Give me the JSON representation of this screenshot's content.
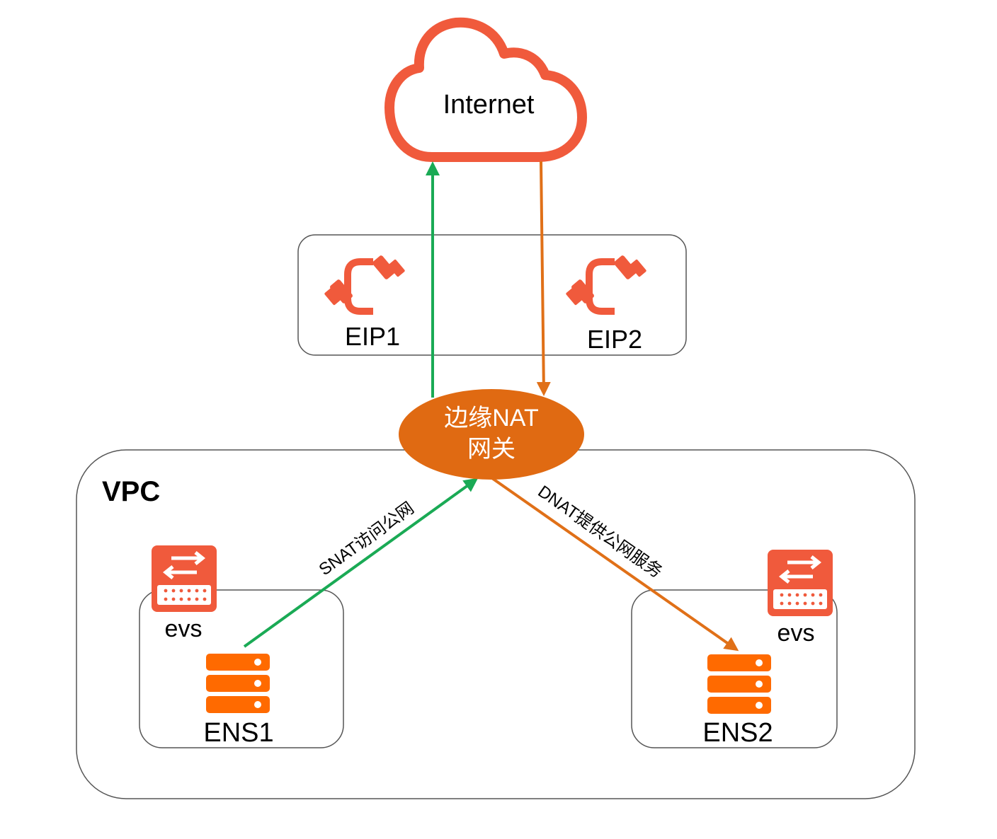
{
  "internet": {
    "label": "Internet"
  },
  "eip_group": {
    "eip1": {
      "label": "EIP1",
      "icon": "eip-cable-icon"
    },
    "eip2": {
      "label": "EIP2",
      "icon": "eip-cable-icon"
    }
  },
  "nat_gateway": {
    "line1": "边缘NAT",
    "line2": "网关"
  },
  "vpc": {
    "label": "VPC"
  },
  "left_node": {
    "switch_label": "evs",
    "server_label": "ENS1",
    "switch_icon": "switch-icon",
    "server_icon": "server-icon"
  },
  "right_node": {
    "switch_label": "evs",
    "server_label": "ENS2",
    "switch_icon": "switch-icon",
    "server_icon": "server-icon"
  },
  "flows": {
    "snat_label": "SNAT访问公网",
    "dnat_label": "DNAT提供公网服务"
  },
  "colors": {
    "brand_red": "#f05a3c",
    "nat_orange": "#e06a12",
    "server_orange": "#ff6a00",
    "snat_green": "#1aaa55",
    "dnat_orange": "#e07018",
    "border_gray": "#555555"
  }
}
